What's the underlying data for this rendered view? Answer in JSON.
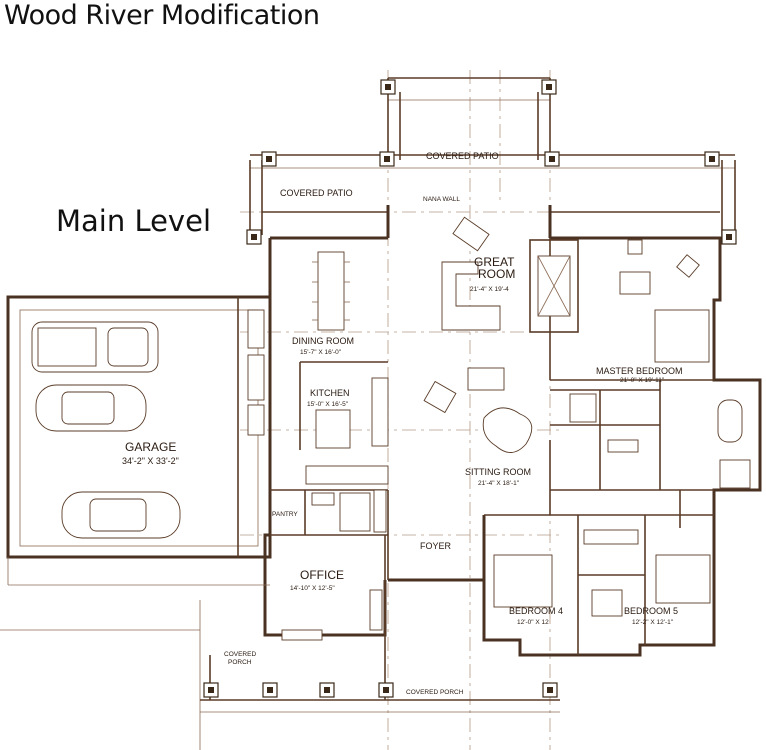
{
  "title": "Wood River Modification",
  "level": "Main Level",
  "rooms": {
    "covered_patio_top": "COVERED PATIO",
    "covered_patio_left": "COVERED PATIO",
    "nana_wall": "NANA WALL",
    "great_room": {
      "name_line1": "GREAT",
      "name_line2": "ROOM",
      "dims": "21'-4\" X 19'-4"
    },
    "dining_room": {
      "name": "DINING ROOM",
      "dims": "15'-7\" X 16'-0\""
    },
    "kitchen": {
      "name": "KITCHEN",
      "dims": "15'-0\" X 16'-5\""
    },
    "master_bedroom": {
      "name": "MASTER BEDROOM",
      "dims": "21'-0\" X 19'-11\""
    },
    "garage": {
      "name": "GARAGE",
      "dims": "34'-2\" X 33'-2\""
    },
    "sitting_room": {
      "name": "SITTING ROOM",
      "dims": "21'-4\" X 18'-1\""
    },
    "pantry": "PANTRY",
    "foyer": "FOYER",
    "office": {
      "name": "OFFICE",
      "dims": "14'-10\" X 12'-5\""
    },
    "bedroom4": {
      "name": "BEDROOM 4",
      "dims": "12'-0\" X 12"
    },
    "bedroom5": {
      "name": "BEDROOM 5",
      "dims": "12'-2\" X 12'-1\""
    },
    "covered_porch_left_1": "COVERED",
    "covered_porch_left_2": "PORCH",
    "covered_porch_bottom": "COVERED PORCH"
  }
}
